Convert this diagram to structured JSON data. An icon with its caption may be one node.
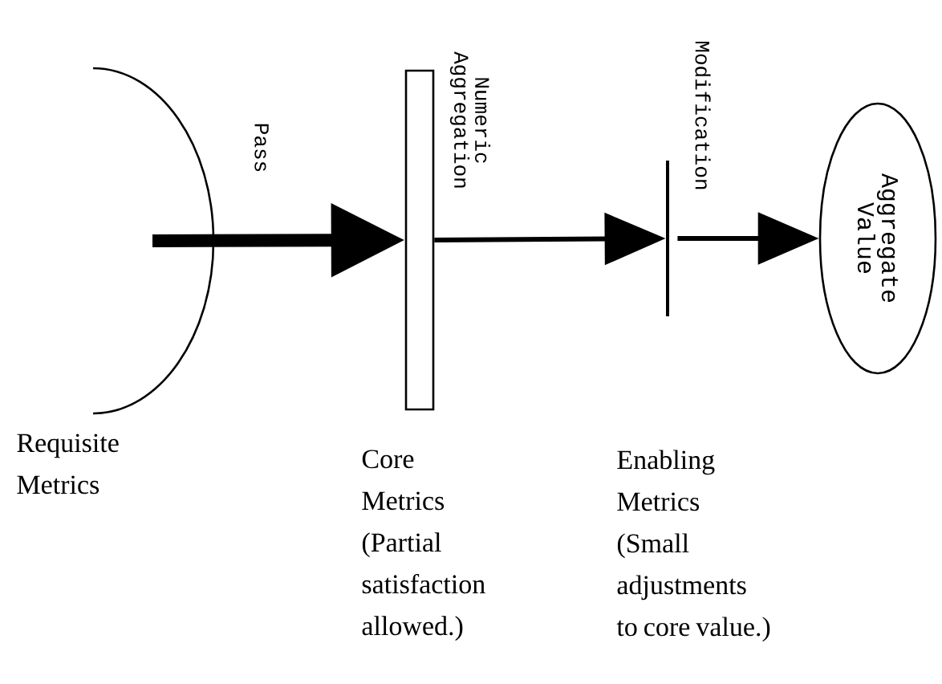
{
  "diagram": {
    "nodes": [
      {
        "text": [
          "Requisite Metrics"
        ]
      },
      {
        "text": [
          "Core Metrics (Partial satisfaction allowed.)"
        ]
      },
      {
        "text": [],
        "shape": "line"
      },
      {
        "text": [
          "Aggregate Value"
        ]
      }
    ],
    "labels": [
      "Enabling Metrics (Small adjustments to core value.)"
    ],
    "edges": [
      {
        "from": 0,
        "to": 1,
        "arrow": "to",
        "label": "Pass",
        "style": "thick"
      },
      {
        "from": 1,
        "to": 2,
        "arrow": "to",
        "label": "Numeric Aggregation"
      },
      {
        "from": 2,
        "to": 3,
        "arrow": "to",
        "label": "Modification"
      }
    ]
  }
}
